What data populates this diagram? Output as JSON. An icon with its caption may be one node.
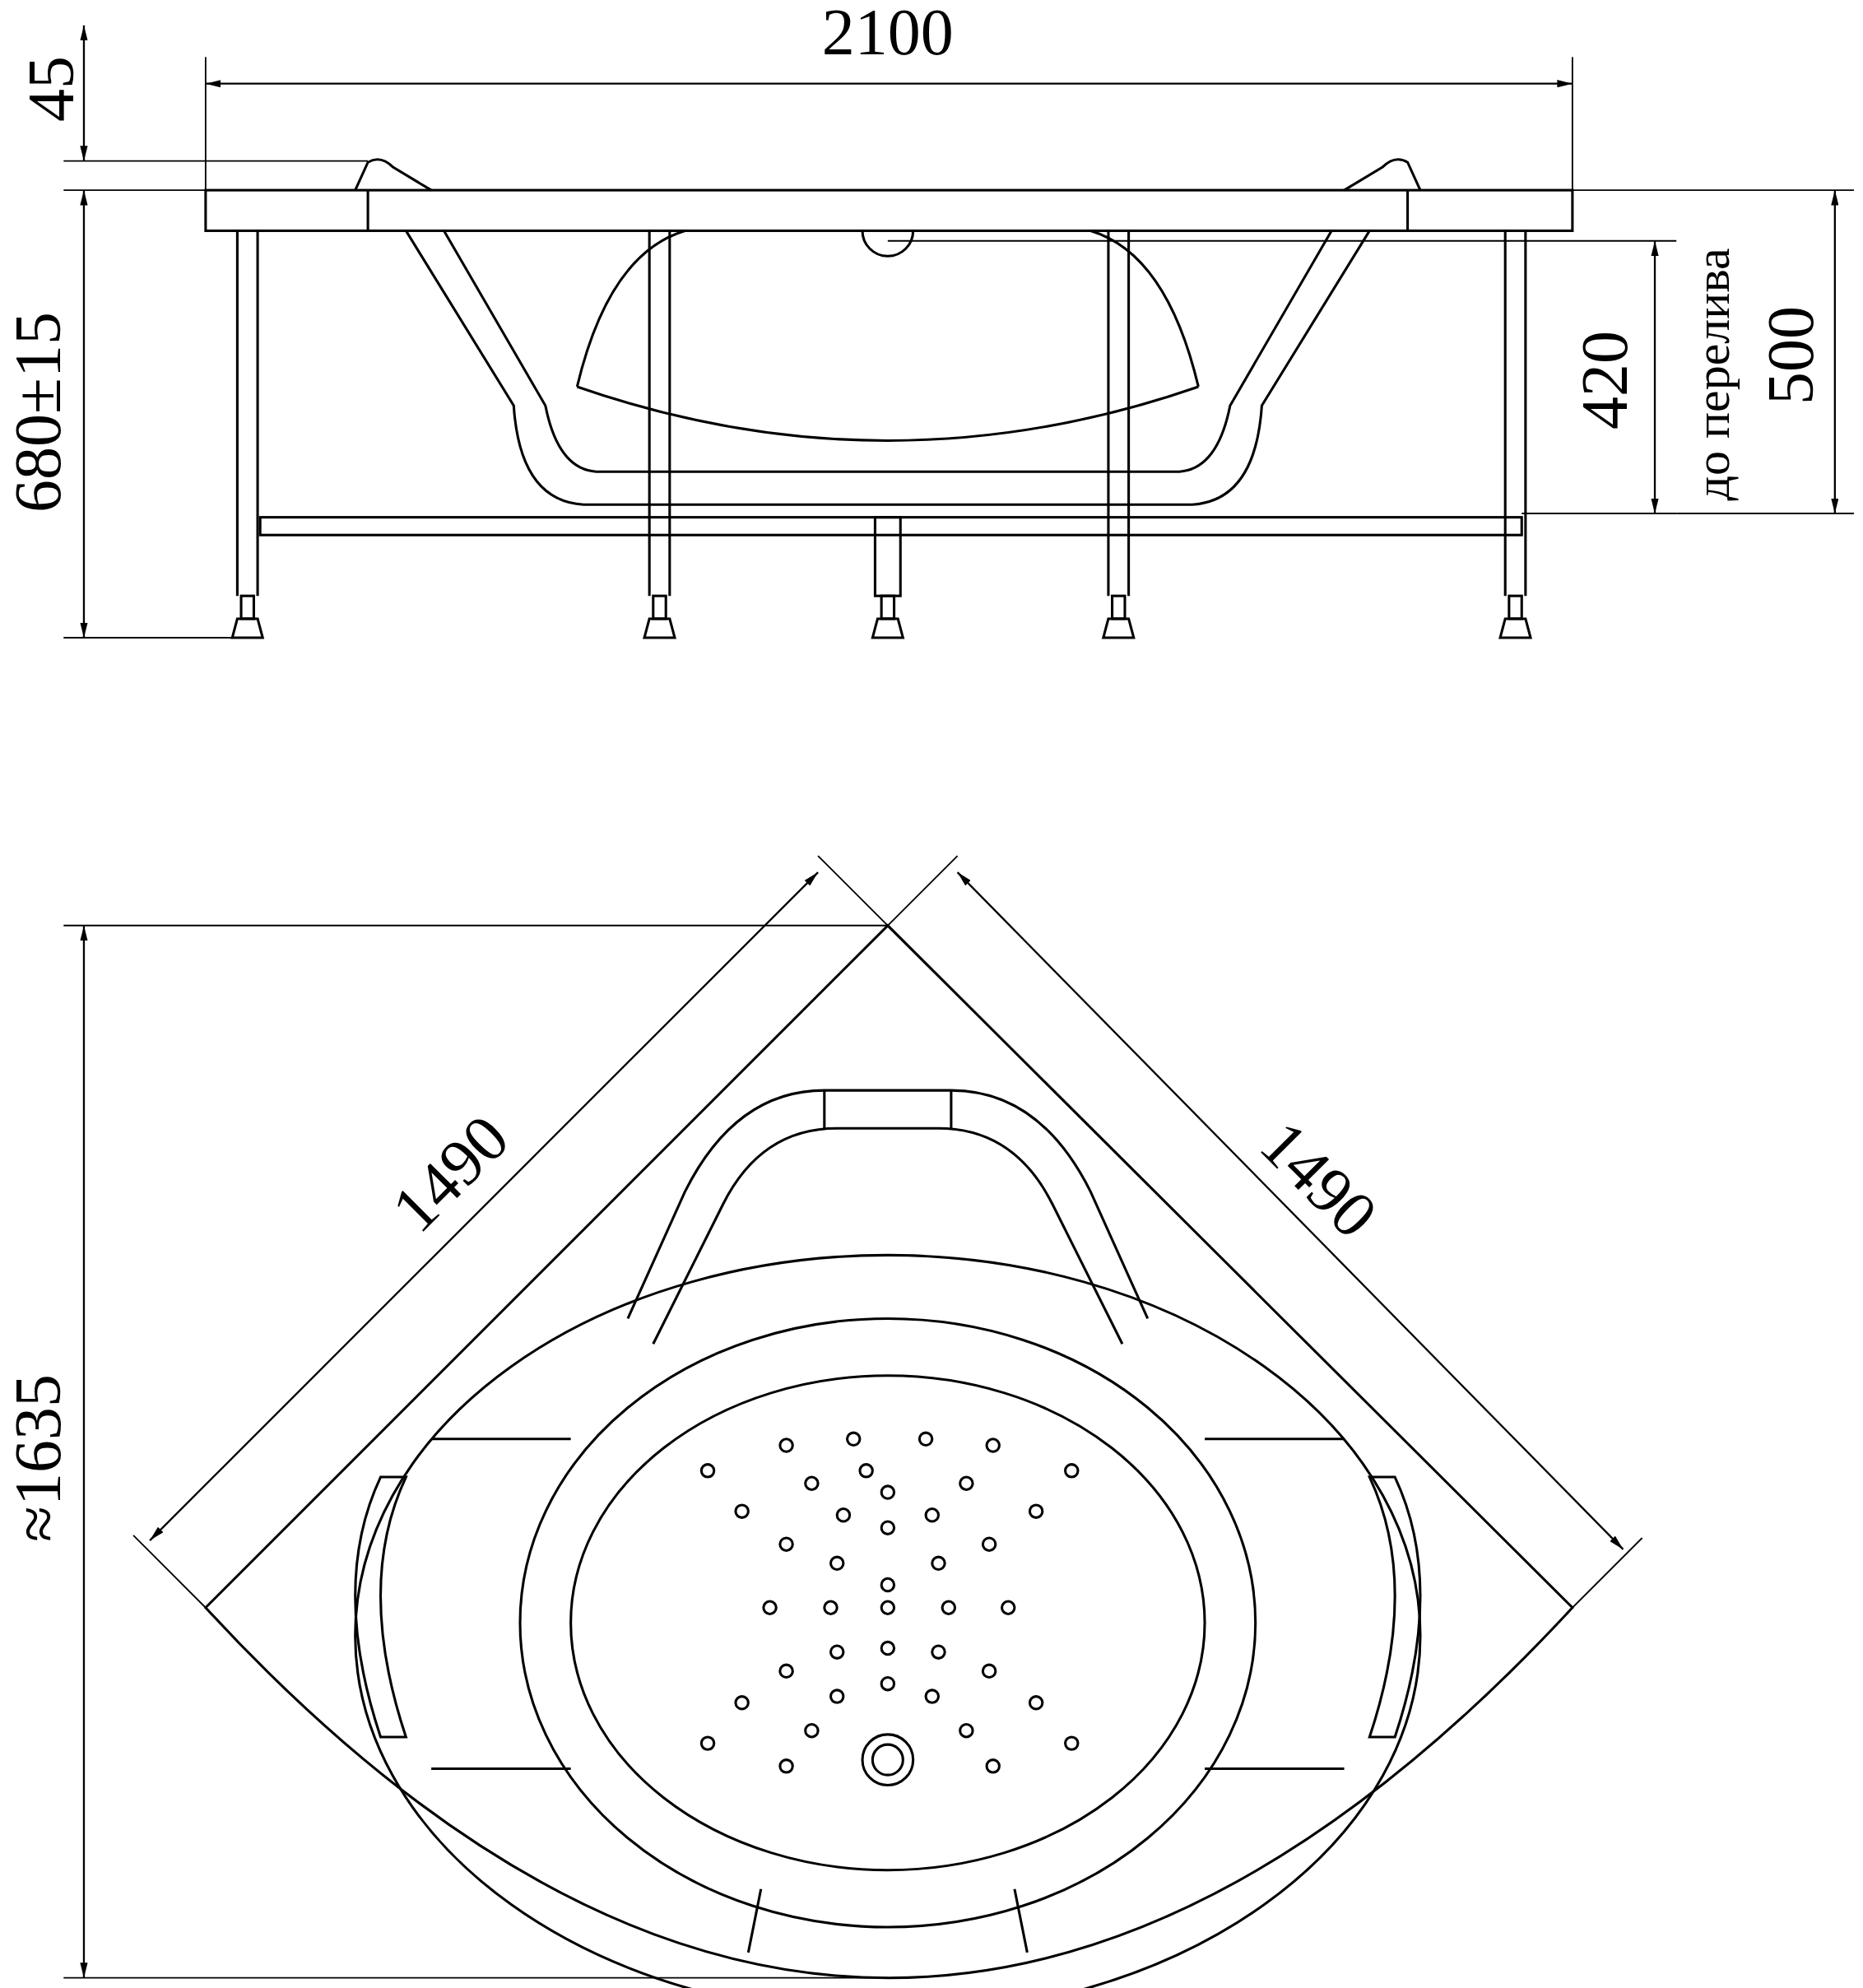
{
  "diagram": {
    "labels": [
      "45",
      "2100",
      "680±15",
      "420",
      "до перелива",
      "500",
      "1490",
      "1490",
      "≈1635"
    ]
  }
}
